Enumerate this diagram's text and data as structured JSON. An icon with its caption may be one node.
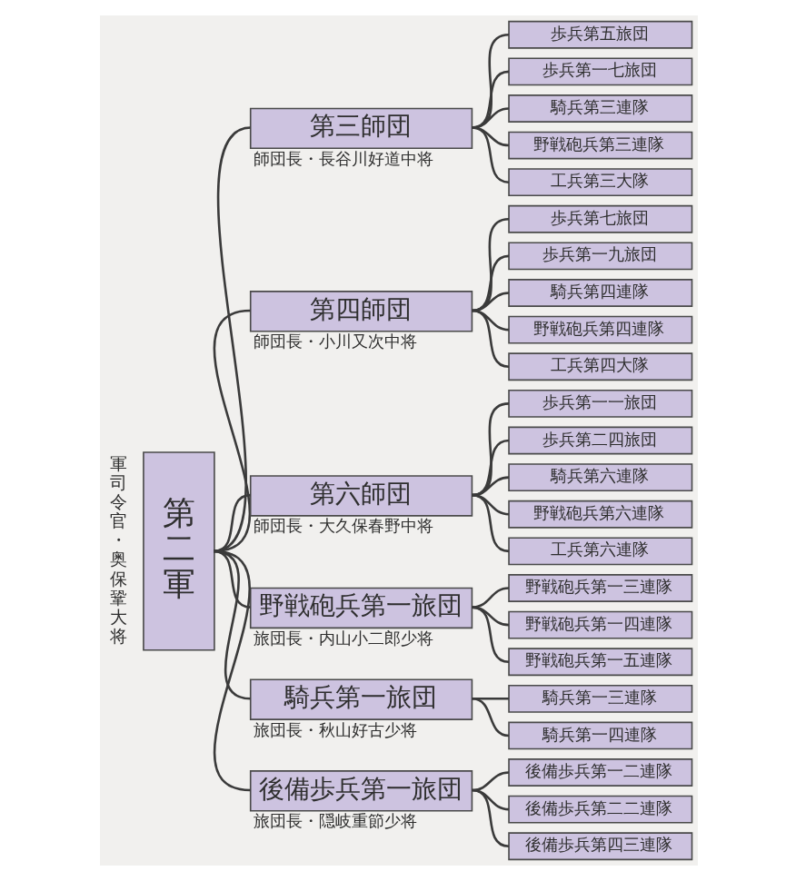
{
  "diagram": {
    "nodes": [
      {
        "text": [
          "第二軍"
        ],
        "beside": [
          "軍司令官・奥保鞏大将"
        ]
      },
      {
        "text": [
          "第三師団"
        ],
        "beside": [
          "師団長・長谷川好道中将"
        ]
      },
      {
        "text": [
          "歩兵第五旅団"
        ]
      },
      {
        "text": [
          "歩兵第一七旅団"
        ]
      },
      {
        "text": [
          "騎兵第三連隊"
        ]
      },
      {
        "text": [
          "野戦砲兵第三連隊"
        ]
      },
      {
        "text": [
          "工兵第三大隊"
        ]
      },
      {
        "text": [
          "第四師団"
        ],
        "beside": [
          "師団長・小川又次中将"
        ]
      },
      {
        "text": [
          "歩兵第七旅団"
        ]
      },
      {
        "text": [
          "歩兵第一九旅団"
        ]
      },
      {
        "text": [
          "騎兵第四連隊"
        ]
      },
      {
        "text": [
          "野戦砲兵第四連隊"
        ]
      },
      {
        "text": [
          "工兵第四大隊"
        ]
      },
      {
        "text": [
          "第六師団"
        ],
        "beside": [
          "師団長・大久保春野中将"
        ]
      },
      {
        "text": [
          "歩兵第一一旅団"
        ]
      },
      {
        "text": [
          "歩兵第二四旅団"
        ]
      },
      {
        "text": [
          "騎兵第六連隊"
        ]
      },
      {
        "text": [
          "野戦砲兵第六連隊"
        ]
      },
      {
        "text": [
          "工兵第六連隊"
        ]
      },
      {
        "text": [
          "野戦砲兵第一旅団"
        ],
        "beside": [
          "旅団長・内山小二郎少将"
        ]
      },
      {
        "text": [
          "野戦砲兵第一三連隊"
        ]
      },
      {
        "text": [
          "野戦砲兵第一四連隊"
        ]
      },
      {
        "text": [
          "野戦砲兵第一五連隊"
        ]
      },
      {
        "text": [
          "騎兵第一旅団"
        ],
        "beside": [
          "旅団長・秋山好古少将"
        ]
      },
      {
        "text": [
          "騎兵第一三連隊"
        ]
      },
      {
        "text": [
          "騎兵第一四連隊"
        ]
      },
      {
        "text": [
          "後備歩兵第一旅団"
        ],
        "beside": [
          "旅団長・隠岐重節少将"
        ]
      },
      {
        "text": [
          "後備歩兵第一二連隊"
        ]
      },
      {
        "text": [
          "後備歩兵第二二連隊"
        ]
      },
      {
        "text": [
          "後備歩兵第四三連隊"
        ]
      }
    ],
    "edges": [
      {
        "from": 0,
        "to": 1,
        "arrow": "none"
      },
      {
        "from": 0,
        "to": 7,
        "arrow": "none"
      },
      {
        "from": 0,
        "to": 13,
        "arrow": "none"
      },
      {
        "from": 0,
        "to": 19,
        "arrow": "none"
      },
      {
        "from": 0,
        "to": 23,
        "arrow": "none"
      },
      {
        "from": 0,
        "to": 26,
        "arrow": "none"
      },
      {
        "from": 1,
        "to": 2,
        "arrow": "none"
      },
      {
        "from": 1,
        "to": 3,
        "arrow": "none"
      },
      {
        "from": 1,
        "to": 4,
        "arrow": "none"
      },
      {
        "from": 1,
        "to": 5,
        "arrow": "none"
      },
      {
        "from": 1,
        "to": 6,
        "arrow": "none"
      },
      {
        "from": 7,
        "to": 8,
        "arrow": "none"
      },
      {
        "from": 7,
        "to": 9,
        "arrow": "none"
      },
      {
        "from": 7,
        "to": 10,
        "arrow": "none"
      },
      {
        "from": 7,
        "to": 11,
        "arrow": "none"
      },
      {
        "from": 7,
        "to": 12,
        "arrow": "none"
      },
      {
        "from": 13,
        "to": 14,
        "arrow": "none"
      },
      {
        "from": 13,
        "to": 15,
        "arrow": "none"
      },
      {
        "from": 13,
        "to": 16,
        "arrow": "none"
      },
      {
        "from": 13,
        "to": 17,
        "arrow": "none"
      },
      {
        "from": 13,
        "to": 18,
        "arrow": "none"
      },
      {
        "from": 19,
        "to": 20,
        "arrow": "none"
      },
      {
        "from": 19,
        "to": 21,
        "arrow": "none"
      },
      {
        "from": 19,
        "to": 22,
        "arrow": "none"
      },
      {
        "from": 23,
        "to": 24,
        "arrow": "none"
      },
      {
        "from": 23,
        "to": 25,
        "arrow": "none"
      },
      {
        "from": 26,
        "to": 27,
        "arrow": "none"
      },
      {
        "from": 26,
        "to": 28,
        "arrow": "none"
      },
      {
        "from": 26,
        "to": 29,
        "arrow": "none"
      }
    ]
  }
}
